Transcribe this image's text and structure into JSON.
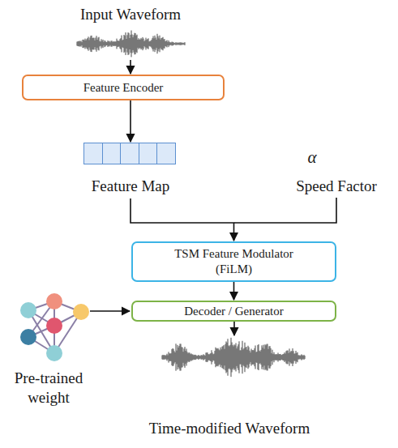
{
  "diagram": {
    "nodes": [
      {
        "text": [
          "Feature Encoder"
        ]
      },
      {
        "text": [
          "Feature Map"
        ]
      },
      {
        "text": [
          "TSM Feature Modulator (FiLM)"
        ]
      },
      {
        "text": [
          "Decoder / Generator"
        ]
      }
    ],
    "edges": [
      {
        "from": 0,
        "to": 1,
        "arrow": "to"
      },
      {
        "from": 1,
        "to": 2,
        "arrow": "to"
      },
      {
        "from": 2,
        "to": 3,
        "arrow": "to"
      }
    ],
    "labels": [
      "Input Waveform",
      "α",
      "Speed Factor",
      "Pre-trained weight",
      "Time-modified Waveform"
    ]
  }
}
